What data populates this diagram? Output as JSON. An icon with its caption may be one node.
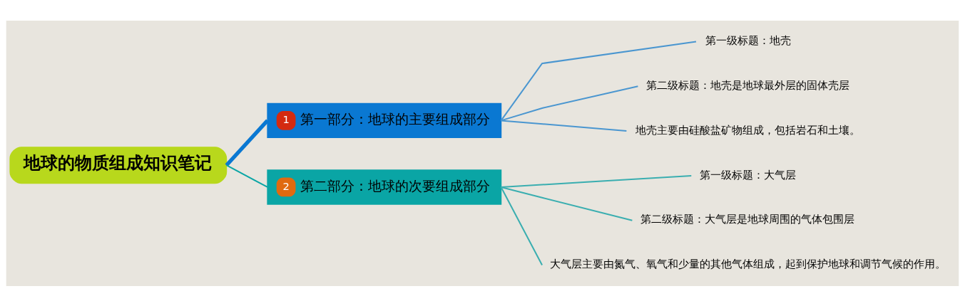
{
  "diagram": {
    "nodes": [
      {
        "text": [
          "地球的物质组成知识笔记"
        ]
      },
      {
        "text": [
          "1",
          "第一部分：地球的主要组成部分"
        ]
      },
      {
        "text": [
          "2",
          "第二部分：地球的次要组成部分"
        ]
      },
      {
        "text": [
          "第一级标题：地壳"
        ]
      },
      {
        "text": [
          "第二级标题：地壳是地球最外层的固体壳层"
        ]
      },
      {
        "text": [
          "地壳主要由硅酸盐矿物组成，包括岩石和土壤。"
        ]
      },
      {
        "text": [
          "第一级标题：大气层"
        ]
      },
      {
        "text": [
          "第二级标题：大气层是地球周围的气体包围层"
        ]
      },
      {
        "text": [
          "大气层主要由氮气、氧气和少量的其他气体组成，起到保护地球和调节气候的作用。"
        ]
      }
    ],
    "edges": [
      {
        "from": 0,
        "to": 1,
        "arrow": "none",
        "style": "thick",
        "color": "#0a78d2"
      },
      {
        "from": 0,
        "to": 2,
        "arrow": "none",
        "color": "#0aa5a5"
      },
      {
        "from": 1,
        "to": 3,
        "arrow": "none",
        "color": "#4a96d0"
      },
      {
        "from": 1,
        "to": 4,
        "arrow": "none",
        "color": "#4a96d0"
      },
      {
        "from": 1,
        "to": 5,
        "arrow": "none",
        "color": "#4a96d0"
      },
      {
        "from": 2,
        "to": 6,
        "arrow": "none",
        "color": "#3aaeb0"
      },
      {
        "from": 2,
        "to": 7,
        "arrow": "none",
        "color": "#3aaeb0"
      },
      {
        "from": 2,
        "to": 8,
        "arrow": "none",
        "color": "#3aaeb0"
      }
    ]
  }
}
